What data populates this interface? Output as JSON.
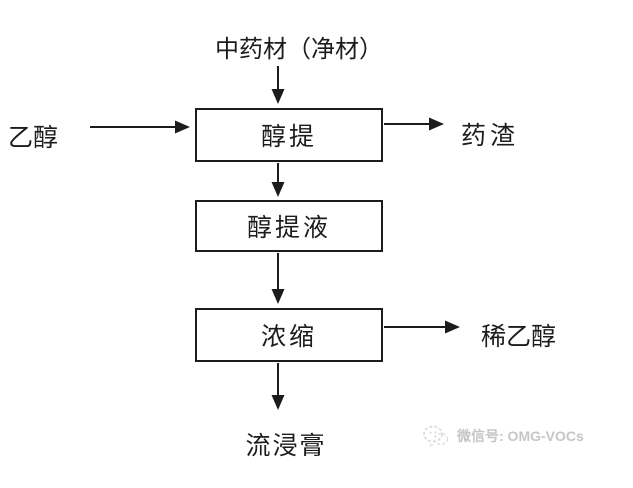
{
  "diagram": {
    "title": "中药材（净材）",
    "boxes": [
      {
        "label": "醇提"
      },
      {
        "label": "醇提液"
      },
      {
        "label": "浓缩"
      }
    ],
    "side_labels": {
      "ethanol_in": "乙醇",
      "residue_out": "药渣",
      "dilute_ethanol_out": "稀乙醇",
      "fluid_extract_out": "流浸膏"
    },
    "line_color": "#1c1c1c",
    "background_color": "#ffffff"
  },
  "watermark": {
    "icon": "wechat-logo-icon",
    "text": "微信号: OMG-VOCs",
    "color": "#c6c6c6"
  }
}
